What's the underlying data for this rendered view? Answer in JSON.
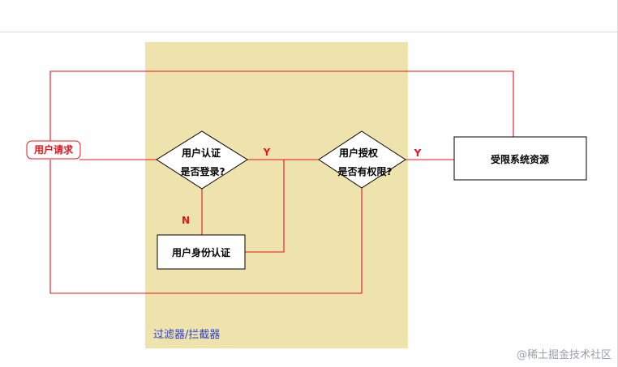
{
  "diagram": {
    "user_request": "用户请求",
    "auth_check": [
      "用户认证",
      "是否登录?"
    ],
    "authz_check": [
      "用户授权",
      "是否有权限?"
    ],
    "identity_auth": "用户身份认证",
    "protected_resource": "受限系统资源",
    "filter_label": "过滤器/拦截器",
    "yes_label_1": "Y",
    "yes_label_2": "Y",
    "no_label": "N"
  },
  "watermark": "@稀土掘金技术社区",
  "colors": {
    "filter_zone": "#efe3ad",
    "flow_line": "#e8131c",
    "label_red": "#e8131c",
    "label_blue": "#2b3fd6"
  }
}
